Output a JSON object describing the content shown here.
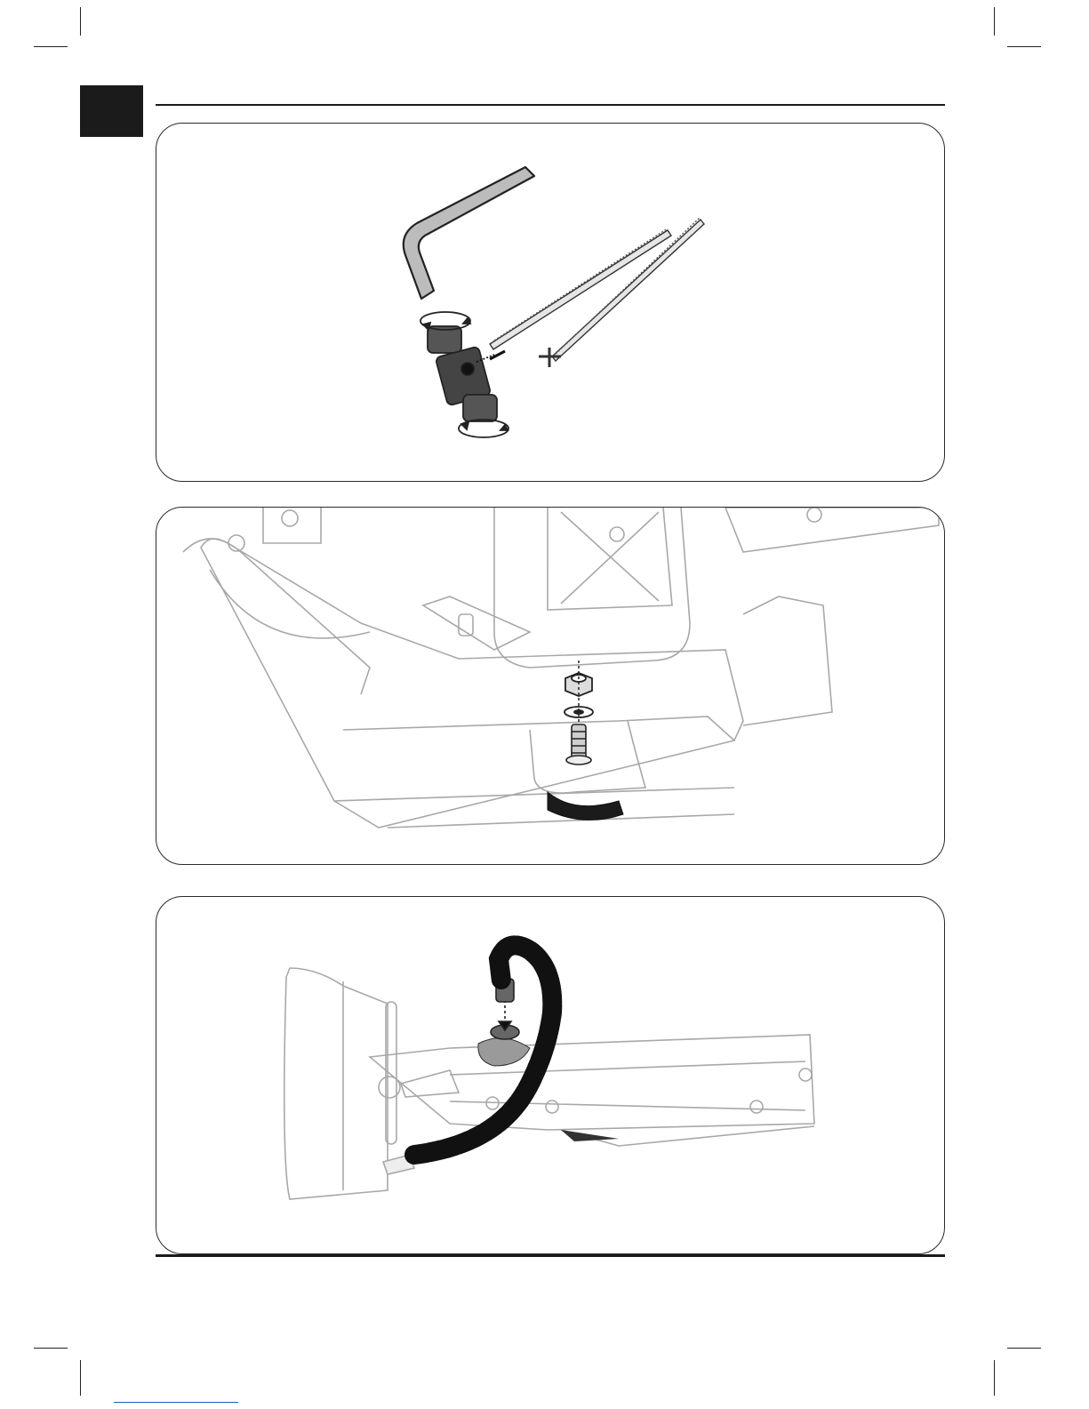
{
  "page": {
    "colors": {
      "ink": "#1b1b1b",
      "line": "#2a2a2a",
      "grey": "#8a8a8a",
      "light": "#bdbdbd",
      "link": "#2a55c8"
    },
    "panels": [
      {
        "name": "figure-blade-clamp",
        "icons": [
          "allen-key-icon",
          "blade-clamp-icon",
          "saw-blade-icon",
          "rotate-arrow-icon"
        ]
      },
      {
        "name": "figure-base-mount",
        "icons": [
          "hex-nut-icon",
          "washer-icon",
          "threaded-stud-icon"
        ]
      },
      {
        "name": "figure-flex-lamp",
        "icons": [
          "flexible-arm-icon",
          "mount-knob-icon"
        ]
      }
    ]
  }
}
